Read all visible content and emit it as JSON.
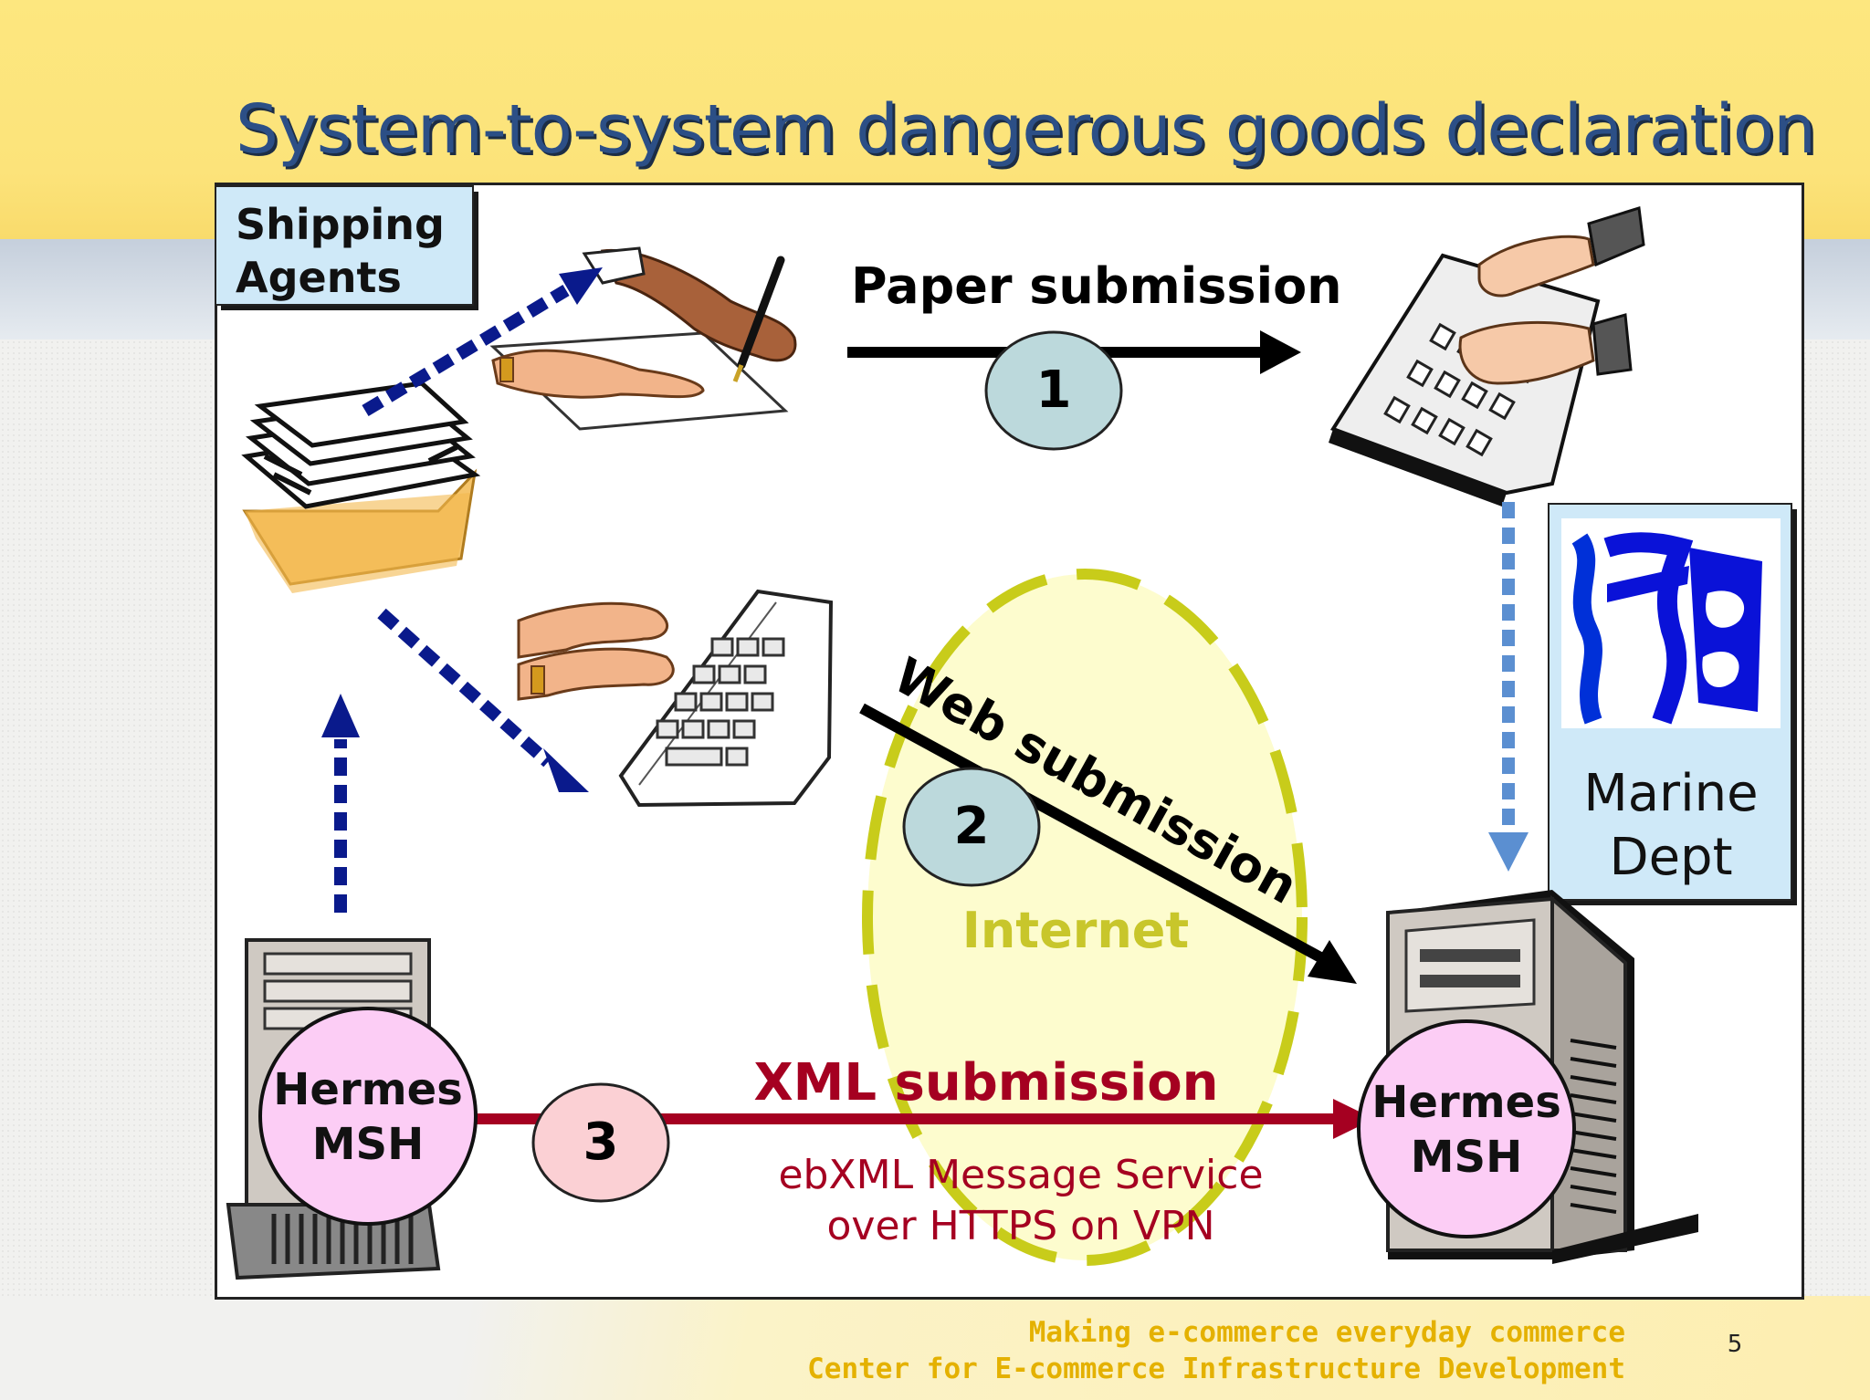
{
  "slide": {
    "title": "System-to-system dangerous goods declaration",
    "page_number": "5"
  },
  "diagram": {
    "shipping_agents_label": [
      "Shipping",
      "Agents"
    ],
    "marine_dept_label": [
      "Marine",
      "Dept"
    ],
    "paper_submission_label": "Paper submission",
    "web_submission_label": "Web submission",
    "xml_submission_label": "XML submission",
    "internet_label": "Internet",
    "ebxml_note": [
      "ebXML Message Service",
      "over HTTPS on VPN"
    ],
    "step_numbers": [
      "1",
      "2",
      "3"
    ],
    "left_msh_label": [
      "Hermes",
      "MSH"
    ],
    "right_msh_label": [
      "Hermes",
      "MSH"
    ]
  },
  "footer": {
    "line1": "Making e-commerce everyday commerce",
    "line2": "Center for E-commerce Infrastructure Development"
  },
  "colors": {
    "title": "#2c4f86",
    "dotted_arrow_navy": "#0a1a8c",
    "dotted_arrow_light": "#5b8fd1",
    "xml_arrow": "#a50021",
    "internet_ellipse": "#c8cc1a",
    "internet_fill": "#fdfbc6",
    "step_circle_blue": "#bcd9dc",
    "step_circle_pink": "#fbd0d4",
    "msh_circle": "#fccdf5",
    "label_box": "#cfe9f8",
    "footer_text": "#e4b100"
  }
}
